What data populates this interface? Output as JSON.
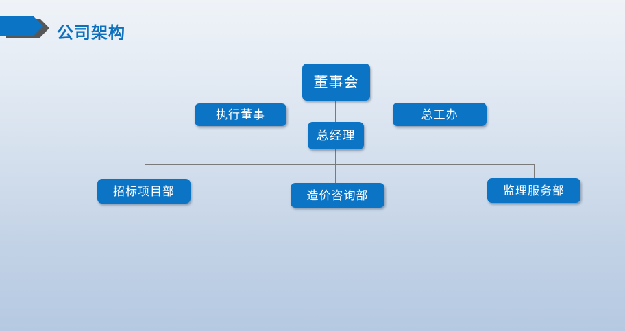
{
  "slide": {
    "title": "公司架构"
  },
  "org_chart": {
    "nodes": [
      {
        "id": "board-of-directors",
        "label": "董事会",
        "level": 1
      },
      {
        "id": "executive-director",
        "label": "执行董事",
        "level": 2
      },
      {
        "id": "chief-engineer-office",
        "label": "总工办",
        "level": 2
      },
      {
        "id": "general-manager",
        "label": "总经理",
        "level": 2
      },
      {
        "id": "bidding-project-dept",
        "label": "招标项目部",
        "level": 3
      },
      {
        "id": "cost-consulting-dept",
        "label": "造价咨询部",
        "level": 3
      },
      {
        "id": "supervision-service-dept",
        "label": "监理服务部",
        "level": 3
      }
    ],
    "edges": [
      {
        "from": "董事会",
        "to": "总经理",
        "style": "solid"
      },
      {
        "from": "执行董事",
        "to": "总工办",
        "style": "dashed"
      },
      {
        "from": "总经理",
        "to": "招标项目部",
        "style": "solid"
      },
      {
        "from": "总经理",
        "to": "造价咨询部",
        "style": "solid"
      },
      {
        "from": "总经理",
        "to": "监理服务部",
        "style": "solid"
      }
    ],
    "colors": {
      "node_fill": "#0b74c5",
      "node_text": "#ffffff",
      "title_text": "#0c70bd",
      "arrow_blue": "#0b74c5",
      "arrow_shadow_gray": "#575757",
      "connector_solid": "#7a7a7a",
      "connector_dashed": "#9a9a9a",
      "background_top": "#eff3f8",
      "background_bottom": "#b5c9e2"
    }
  }
}
